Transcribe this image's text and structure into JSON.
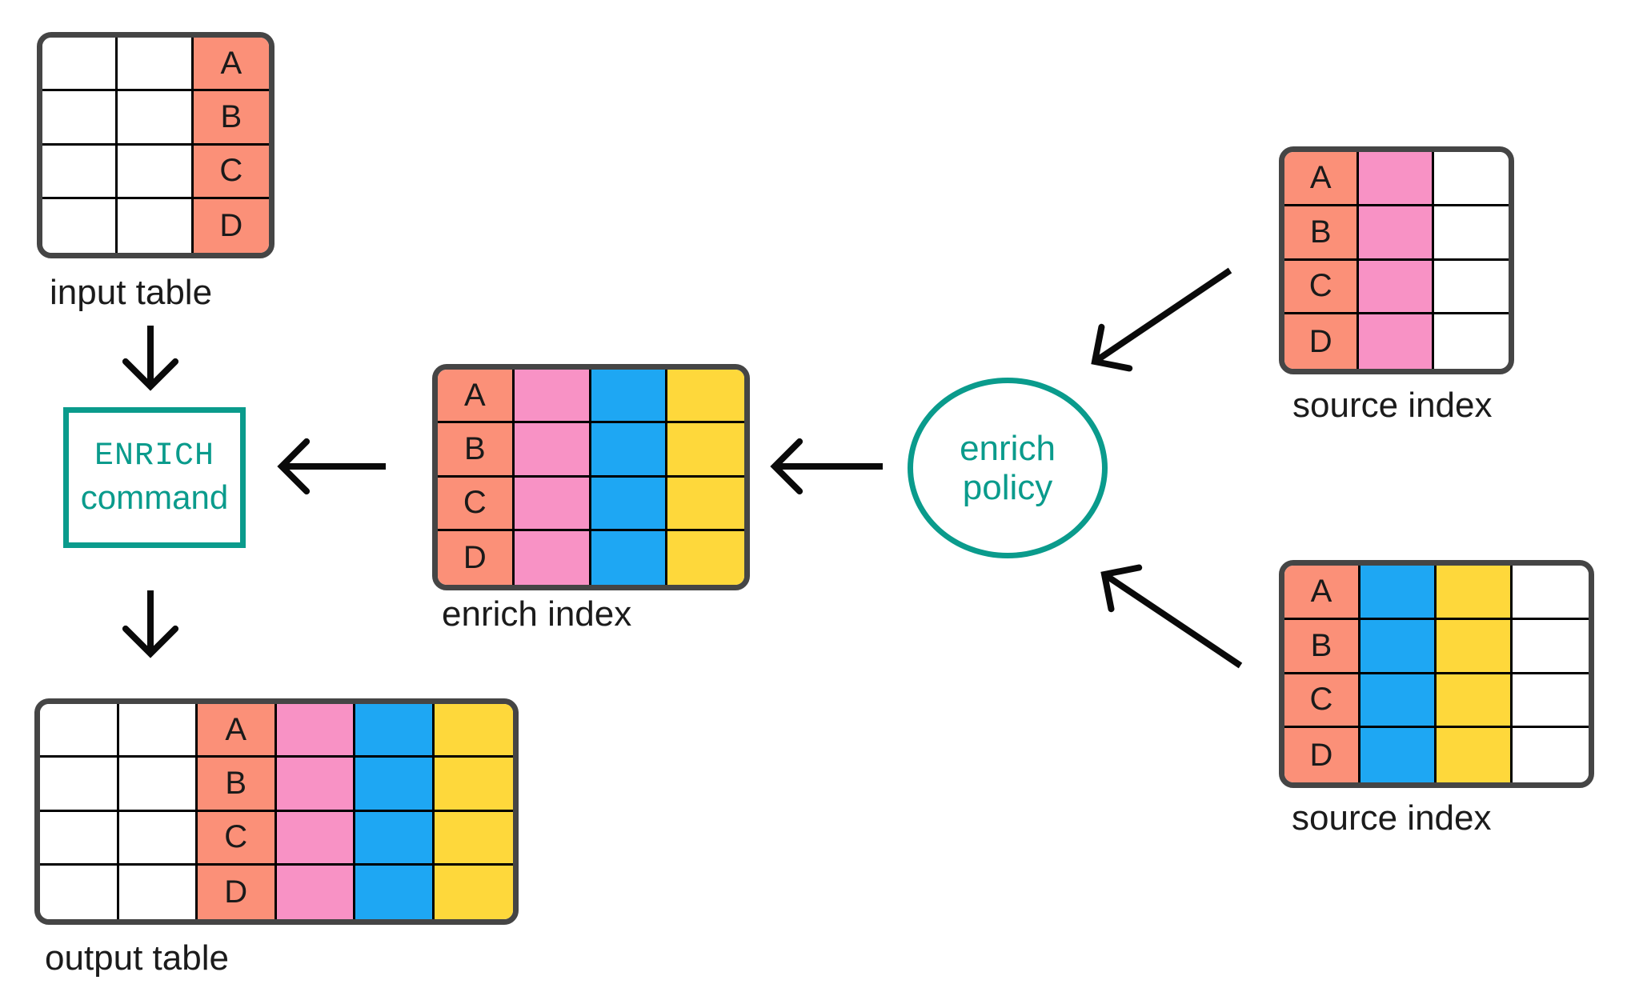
{
  "diagram": {
    "row_labels": [
      "A",
      "B",
      "C",
      "D"
    ],
    "input_table": {
      "label": "input table",
      "columns": [
        "blank",
        "blank",
        "key"
      ]
    },
    "output_table": {
      "label": "output table",
      "columns": [
        "blank",
        "blank",
        "key",
        "pink",
        "blue",
        "yellow"
      ]
    },
    "enrich_index": {
      "label": "enrich index",
      "columns": [
        "key",
        "pink",
        "blue",
        "yellow"
      ]
    },
    "source_index_top": {
      "label": "source index",
      "columns": [
        "key",
        "pink",
        "blank"
      ]
    },
    "source_index_bottom": {
      "label": "source index",
      "columns": [
        "key",
        "blue",
        "yellow",
        "blank"
      ]
    },
    "enrich_command": {
      "line1": "ENRICH",
      "line2": "command"
    },
    "enrich_policy": {
      "line1": "enrich",
      "line2": "policy"
    }
  },
  "colors": {
    "key": "#FB9078",
    "pink": "#F892C5",
    "blue": "#1EA7F3",
    "yellow": "#FED83B",
    "blank": "#FFFFFF",
    "teal": "#0A9B8C",
    "table_border": "#454545",
    "grid_line": "#000000",
    "arrow": "#0A0A0A",
    "label_text": "#1B1B1B"
  }
}
